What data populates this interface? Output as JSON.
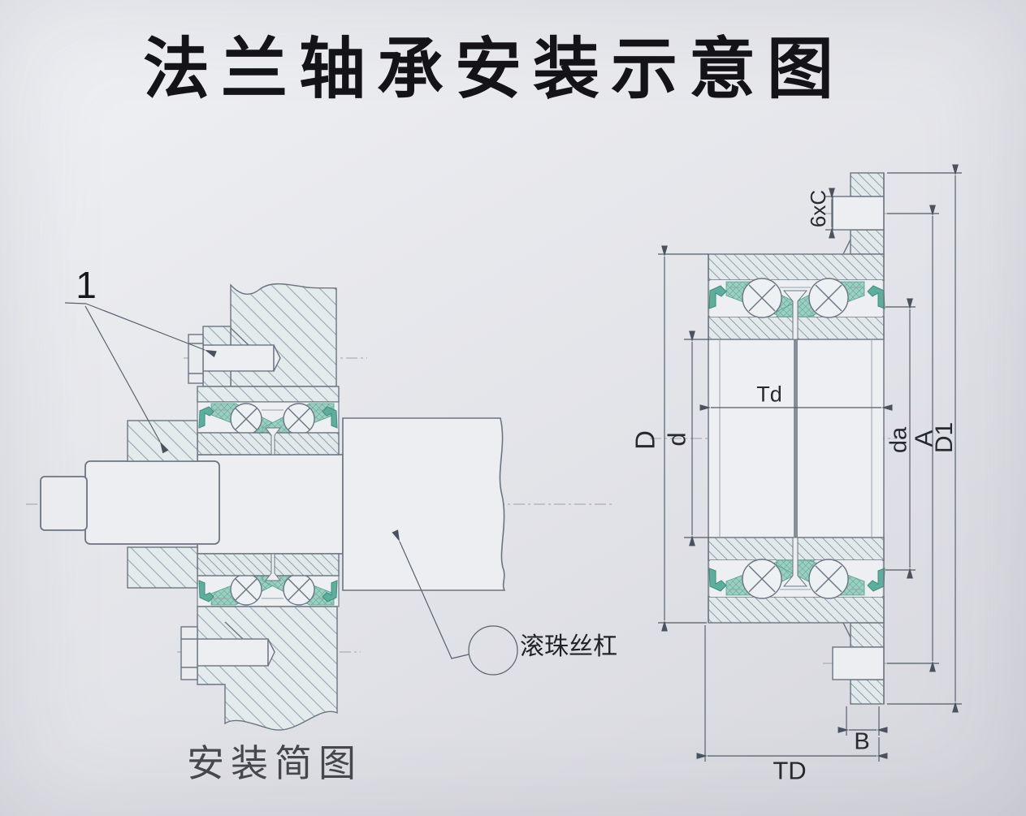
{
  "title": "法兰轴承安装示意图",
  "left_diagram": {
    "part_label": "1",
    "ball_screw_label": "滚珠丝杠",
    "caption": "安装简图"
  },
  "right_diagram": {
    "dim_bolt_holes": "6xC",
    "dim_inner_race_width": "Td",
    "dim_outer_diameter": "D",
    "dim_bore_diameter": "d",
    "dim_shoulder_diameter": "da",
    "dim_bolt_circle": "A",
    "dim_flange_diameter": "D1",
    "dim_flange_width": "B",
    "dim_total_width": "TD"
  },
  "colors": {
    "paper": "#e6e7eb",
    "line": "#6b7482",
    "teal_seal": "#5fae9d",
    "hatch_line": "#93a4b0",
    "dim_text": "#26292e"
  }
}
